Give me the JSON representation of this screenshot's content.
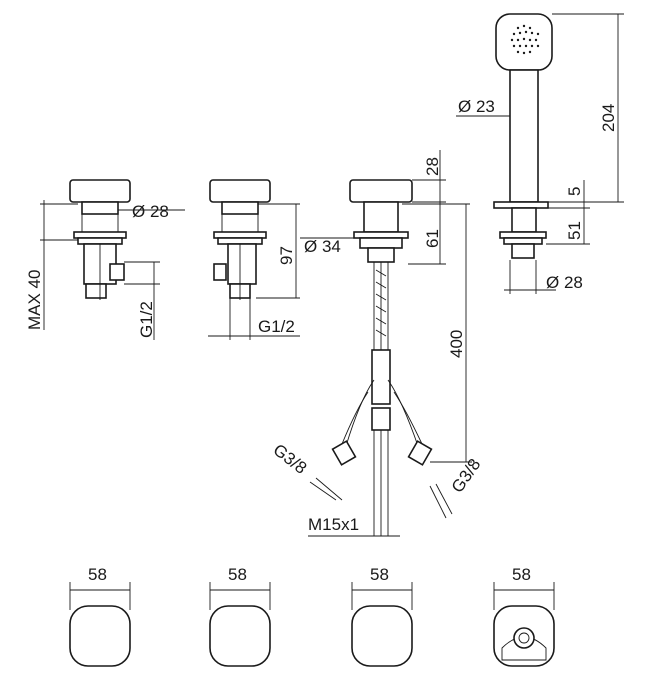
{
  "labels": {
    "dia28_a": "Ø 28",
    "max40": "MAX 40",
    "g12_a": "G1/2",
    "g12_b": "G1/2",
    "dim97": "97",
    "dia34": "Ø 34",
    "dim28": "28",
    "dim61": "61",
    "dim400": "400",
    "g38_left": "G3/8",
    "g38_right": "G3/8",
    "m15": "M15x1",
    "dia23": "Ø 23",
    "dim204": "204",
    "dim5": "5",
    "dim51": "51",
    "dia28_b": "Ø 28",
    "w58_1": "58",
    "w58_2": "58",
    "w58_3": "58",
    "w58_4": "58"
  },
  "colors": {
    "line": "#1a1a1a",
    "background": "#ffffff"
  }
}
